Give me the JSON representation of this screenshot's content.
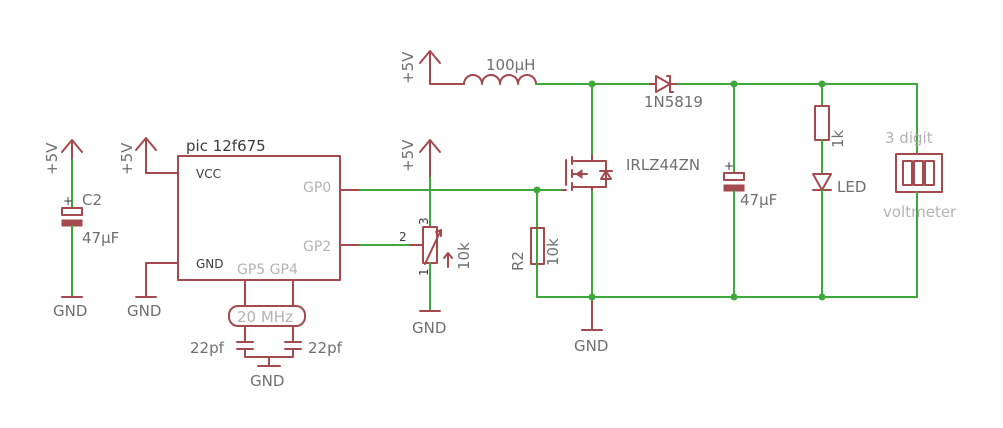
{
  "labels": {
    "vcc5_c2": "+5V",
    "vcc5_pic": "+5V",
    "vcc5_pot": "+5V",
    "vcc5_ind": "+5V",
    "c2_name": "C2",
    "c2_value": "47µF",
    "c2_plus": "+",
    "gnd_c2": "GND",
    "gnd_pic": "GND",
    "gnd_pot": "GND",
    "gnd_fet": "GND",
    "gnd_xtal": "GND",
    "pic_title": "pic 12f675",
    "pin_vcc": "VCC",
    "pin_gnd": "GND",
    "pin_gp0": "GP0",
    "pin_gp2": "GP2",
    "pin_gp5_gp4": "GP5 GP4",
    "crystal": "20 MHz",
    "cap_left": "22pf",
    "cap_right": "22pf",
    "inductor": "100µH",
    "diode": "1N5819",
    "mosfet": "IRLZ44ZN",
    "cout_value": "47µF",
    "cout_plus": "+",
    "r_led": "1k",
    "led": "LED",
    "voltmeter_top": "3 digit",
    "voltmeter_bottom": "voltmeter",
    "r2_name": "R2",
    "r2_value": "10k",
    "pot_value": "10k",
    "pot_pin1": "1",
    "pot_pin2": "2",
    "pot_pin3": "3"
  },
  "colors": {
    "symbol": "#a4494e",
    "wire": "#3fa83b",
    "text": "#6f6f6f",
    "pin_text": "#b3b3b3"
  }
}
